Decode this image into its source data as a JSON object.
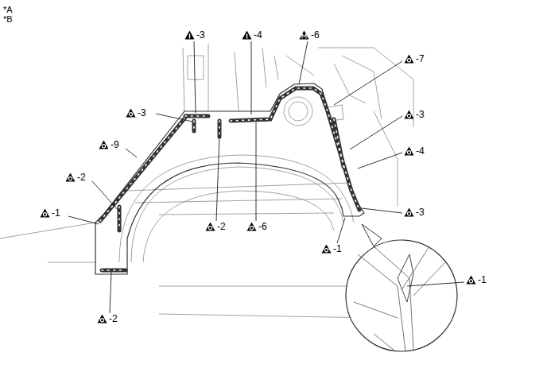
{
  "diagram": {
    "labels": [
      "*A",
      "*B",
      "-3",
      "-4",
      "-6",
      "-7",
      "-3",
      "-3",
      "-9",
      "-4",
      "-2",
      "-1",
      "-2",
      "-6",
      "-3",
      "-1",
      "-1",
      "-2"
    ]
  }
}
